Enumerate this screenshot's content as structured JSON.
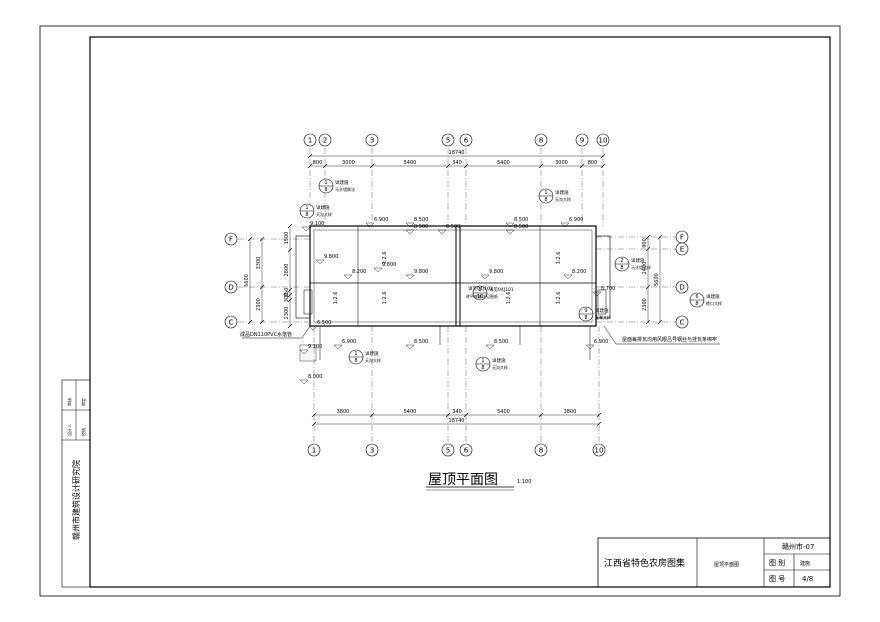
{
  "drawing": {
    "title": "屋顶平面图",
    "scale": "1:100",
    "axes_top": [
      "1",
      "2",
      "3",
      "5",
      "6",
      "8",
      "9",
      "10"
    ],
    "axes_bottom": [
      "1",
      "3",
      "5",
      "6",
      "8",
      "10"
    ],
    "axes_left": [
      "F",
      "D",
      "C"
    ],
    "axes_right": [
      "F",
      "E",
      "D",
      "C"
    ],
    "dims_top": [
      "800",
      "3000",
      "5400",
      "340",
      "5400",
      "3000",
      "800"
    ],
    "dims_top_total": "18740",
    "dims_bottom": [
      "3800",
      "5400",
      "340",
      "5400",
      "3800"
    ],
    "dims_bottom_total": "18740",
    "dims_left_outer": "5600",
    "dims_left_inner": [
      "3300",
      "2300"
    ],
    "dims_left_detail": [
      "1500",
      "2800",
      "350",
      "300",
      "2300"
    ],
    "dims_right_outer": "5600",
    "dims_right_inner": [
      "900",
      "2400",
      "2300"
    ],
    "elevations": [
      "8.500",
      "8.500",
      "9.800",
      "9.800",
      "8.200",
      "8.200",
      "9.800",
      "9.800",
      "8.700",
      "6.900",
      "6.900",
      "6.900",
      "6.900",
      "8.500",
      "8.500",
      "8.500",
      "8.500",
      "9.100",
      "9.100",
      "8.000",
      "6.500",
      "8.500"
    ],
    "slopes": [
      "1:2.6",
      "1:2.6",
      "1:2.6",
      "1:2.6",
      "1:2.6",
      "1:2.6"
    ],
    "leader_notes": {
      "downpipe": "成品DN110PVC水落管",
      "ridge": "屋面每排瓦均用风眼吕号钢丝与挂瓦条绑牢",
      "detail_ref": "详见04J101",
      "detail_ref_note": "砖不底座详见图纸"
    },
    "detail_bubbles": [
      {
        "top": "1",
        "bottom": "8",
        "note": "详建施",
        "sub": "马头墙做法"
      },
      {
        "top": "1",
        "bottom": "8",
        "note": "详建施",
        "sub": "天沟大样"
      },
      {
        "top": "1",
        "bottom": "8",
        "note": "详建施",
        "sub": "天沟大样"
      },
      {
        "top": "2",
        "bottom": "8",
        "note": "详建施",
        "sub": "马头墙大样"
      },
      {
        "top": "6",
        "bottom": "8",
        "note": "详建施",
        "sub": "檐口大样"
      },
      {
        "top": "9",
        "bottom": "8",
        "note": "详建施",
        "sub": "屋脊大样"
      },
      {
        "top": "1",
        "bottom": "8",
        "note": "详建施",
        "sub": "天沟大样"
      },
      {
        "top": "1",
        "bottom": "8",
        "note": "详建施",
        "sub": "天沟大样"
      },
      {
        "top": "1",
        "bottom": "10",
        "note": "详见04J101",
        "sub": ""
      }
    ]
  },
  "left_strip": {
    "institute": "赣州市建筑设计研究院",
    "roles": [
      "设计人",
      "校核",
      "审核",
      "审定"
    ]
  },
  "title_block": {
    "project": "江西省特色农房图集",
    "sheet_name": "屋顶平面图",
    "code_label": "赣州市-07",
    "category_label": "图 别",
    "category_value": "建施",
    "number_label": "图 号",
    "number_value": "4/8"
  }
}
